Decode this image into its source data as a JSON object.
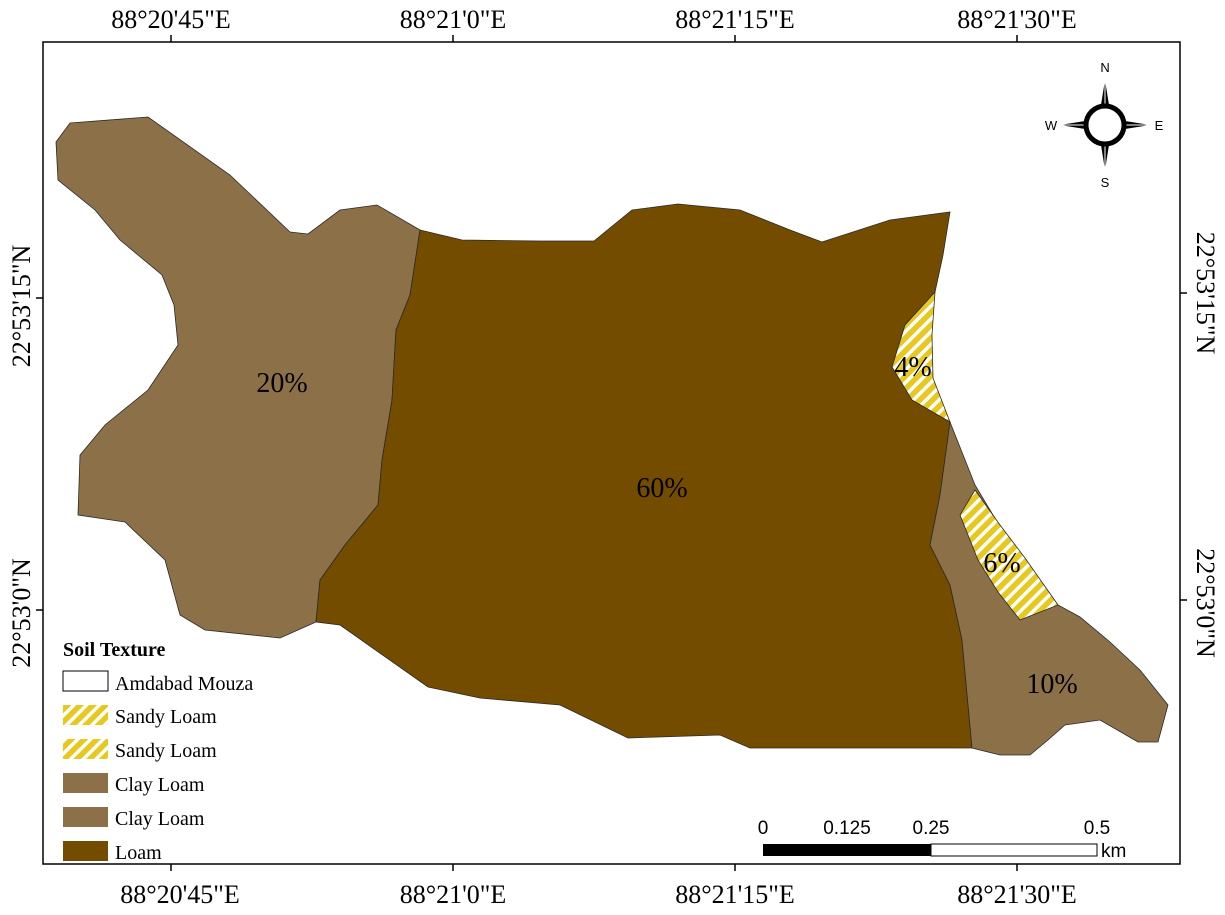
{
  "colors": {
    "loam": "#744c00",
    "clay_loam": "#8b7048",
    "sandy_loam": "#e6c81e",
    "hatch": "#ffffff",
    "frame": "#000000"
  },
  "top_labels": [
    "88°20'45\"E",
    "88°21'0\"E",
    "88°21'15\"E",
    "88°21'30\"E"
  ],
  "bottom_labels": [
    "88°20'45\"E",
    "88°21'0\"E",
    "88°21'15\"E",
    "88°21'30\"E"
  ],
  "left_labels": [
    "22°53'15\"N",
    "22°53'0\"N"
  ],
  "right_labels": [
    "22°53'15\"N",
    "22°53'0\"N"
  ],
  "regions": {
    "clay_loam_west": "20%",
    "loam_center": "60%",
    "sandy_loam_north": "4%",
    "sandy_loam_south": "6%",
    "clay_loam_east": "10%"
  },
  "compass": {
    "n": "N",
    "s": "S",
    "e": "E",
    "w": "W",
    "icon": "compass-rose-icon"
  },
  "legend": {
    "title": "Soil Texture",
    "items": [
      {
        "label": "Amdabad Mouza",
        "swatch": "outline"
      },
      {
        "label": "Sandy Loam",
        "swatch": "hatch"
      },
      {
        "label": "Sandy Loam",
        "swatch": "hatch"
      },
      {
        "label": "Clay Loam",
        "swatch": "clay"
      },
      {
        "label": "Clay Loam",
        "swatch": "clay"
      },
      {
        "label": "Loam",
        "swatch": "loam"
      }
    ]
  },
  "scale_bar": {
    "ticks": [
      "0",
      "0.125",
      "0.25",
      "0.5"
    ],
    "unit": "km"
  }
}
